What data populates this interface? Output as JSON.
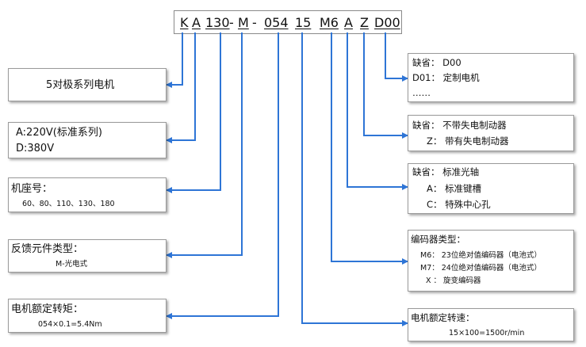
{
  "code": {
    "segments": [
      "K",
      "A",
      "130",
      "-",
      "M",
      "-",
      "054",
      "15",
      "M6",
      "A",
      "Z",
      "D00"
    ]
  },
  "left_boxes": {
    "poles": {
      "line1": "5对极系列电机"
    },
    "voltage": {
      "line1": "A:220V(标准系列)",
      "line2": "D:380V"
    },
    "frame": {
      "line1": "机座号：",
      "line2": "60、80、110、130、180"
    },
    "feedback": {
      "line1": "反馈元件类型：",
      "line2": "M-光电式"
    },
    "torque": {
      "line1": "电机额定转矩：",
      "line2": "054×0.1=5.4Nm"
    }
  },
  "right_boxes": {
    "option": {
      "line1": "缺省：  D00",
      "line2": "D01：  定制电机",
      "line3": "……"
    },
    "brake": {
      "line1": "缺省：  不带失电制动器",
      "line2": "Z：  带有失电制动器"
    },
    "shaft": {
      "line1": "缺省：  标准光轴",
      "line2": "A：  标准键槽",
      "line3": "C：  特殊中心孔"
    },
    "encoder": {
      "line1": "编码器类型：",
      "line2": "M6：  23位绝对值编码器（电池式）",
      "line3": "M7：  24位绝对值编码器（电池式）",
      "line4": "X  ：  旋变编码器"
    },
    "speed": {
      "line1": "电机额定转速：",
      "line2": "15×100=1500r/min"
    }
  },
  "colors": {
    "connector": "#2e75d6",
    "box_border": "#9a9a9a",
    "text": "#111111"
  }
}
